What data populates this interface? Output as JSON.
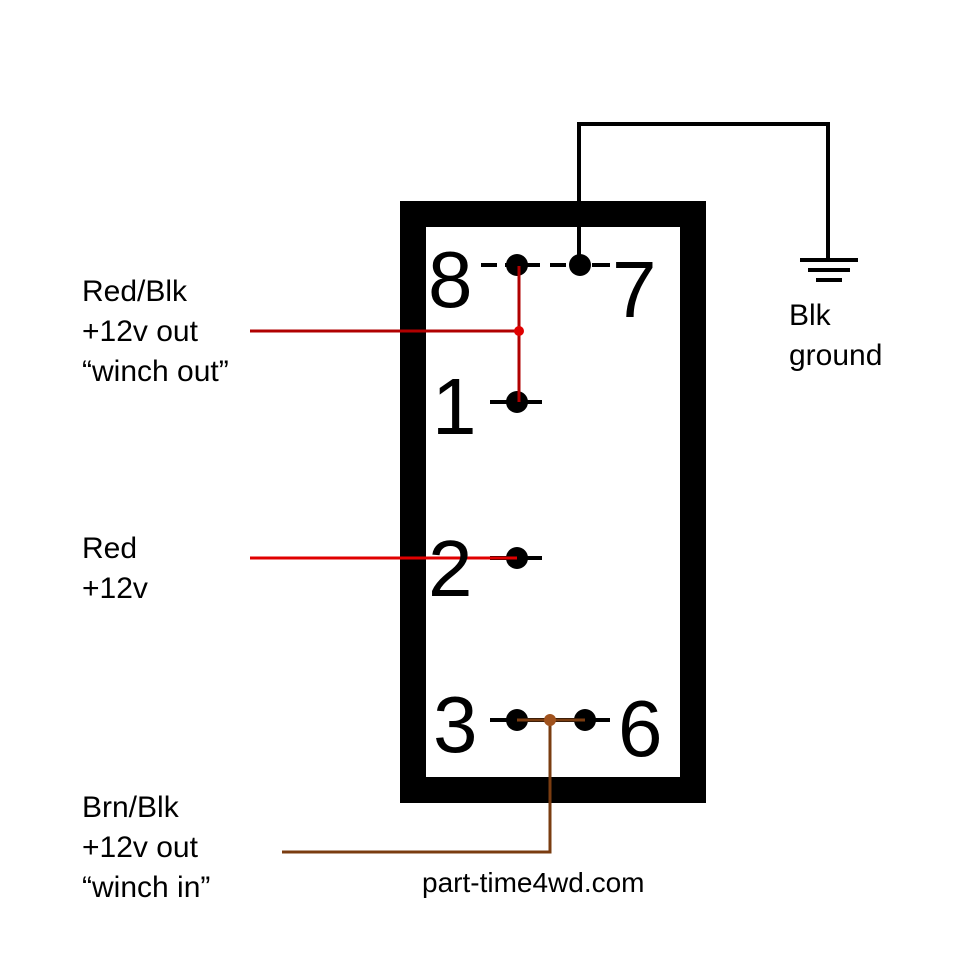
{
  "pins": {
    "p8": "8",
    "p7": "7",
    "p1": "1",
    "p2": "2",
    "p3": "3",
    "p6": "6"
  },
  "labels": {
    "winch_out": {
      "line1": "Red/Blk",
      "line2": "+12v out",
      "line3": "“winch out”"
    },
    "power": {
      "line1": "Red",
      "line2": "+12v"
    },
    "winch_in": {
      "line1": "Brn/Blk",
      "line2": "+12v out",
      "line3": "“winch in”"
    },
    "ground": {
      "line1": "Blk",
      "line2": "ground"
    }
  },
  "credit": "part-time4wd.com",
  "colors": {
    "frame": "#000000",
    "red_wire": "#e00000",
    "dark_red_wire": "#b00000",
    "brown_wire": "#7a3c10",
    "ground_wire": "#000000"
  }
}
